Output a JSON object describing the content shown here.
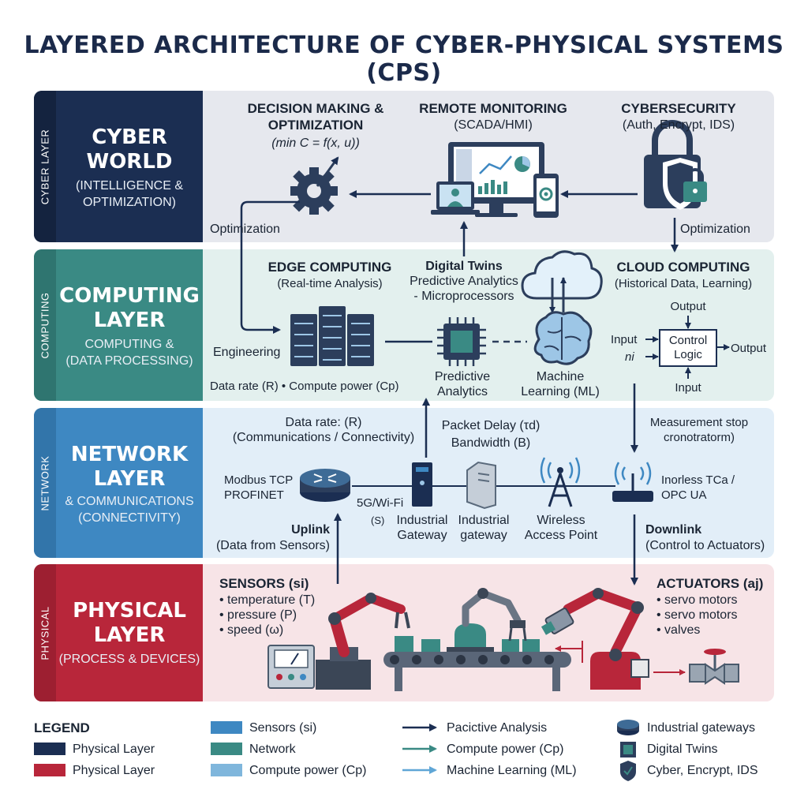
{
  "title": "LAYERED ARCHITECTURE OF CYBER-PHYSICAL SYSTEMS (CPS)",
  "colors": {
    "cyber": "#1b2e52",
    "computing": "#3a8a84",
    "network": "#3e88c2",
    "physical": "#b8263a",
    "cyber_bg": "#e6e8ee",
    "computing_bg": "#e3f0ee",
    "network_bg": "#e2eef8",
    "physical_bg": "#f7e4e7"
  },
  "layers": {
    "cyber": {
      "tab": "CYBER LAYER",
      "name": [
        "CYBER",
        "WORLD"
      ],
      "sub": [
        "(INTELLIGENCE &",
        "OPTIMIZATION)"
      ]
    },
    "computing": {
      "tab": "COMPUTING",
      "name": [
        "COMPUTING",
        "LAYER"
      ],
      "sub": [
        "COMPUTING &",
        "(DATA PROCESSING)"
      ]
    },
    "network": {
      "tab": "NETWORK",
      "name": [
        "NETWORK",
        "LAYER"
      ],
      "sub": [
        "& COMMUNICATIONS",
        "(CONNECTIVITY)"
      ]
    },
    "physical": {
      "tab": "PHYSICAL",
      "name": [
        "PHYSICAL",
        "LAYER"
      ],
      "sub": [
        "(PROCESS & DEVICES)"
      ]
    }
  },
  "cyber_content": {
    "decision_title": [
      "DECISION MAKING &",
      "OPTIMIZATION"
    ],
    "decision_formula": "(min C = f(x, u))",
    "monitoring_title": "REMOTE MONITORING",
    "monitoring_sub": "(SCADA/HMI)",
    "security_title": "CYBERSECURITY",
    "security_sub": "(Auth, Encrypt, IDS)",
    "optimization_left": "Optimization",
    "optimization_right": "Optimization"
  },
  "computing_content": {
    "edge_title": "EDGE COMPUTING",
    "edge_sub": "(Real-time Analysis)",
    "twins_title": "Digital Twins",
    "twins_lines": [
      "Predictive Analytics",
      "- Microprocessors"
    ],
    "cloud_title": "CLOUD COMPUTING",
    "cloud_sub": "(Historical Data, Learning)",
    "engineering": "Engineering",
    "rates": "Data rate (R)  •  Compute power (Cp)",
    "predictive": [
      "Predictive",
      "Analytics"
    ],
    "ml": [
      "Machine",
      "Learning (ML)"
    ],
    "ctrl_output_top": "Output",
    "ctrl_input": "Input",
    "ctrl_ni": "ni",
    "ctrl_box": [
      "Control",
      "Logic"
    ],
    "ctrl_output_right": "Output",
    "ctrl_input_bottom": "Input"
  },
  "network_content": {
    "data_rate": [
      "Data rate: (R)",
      "(Communications / Connectivity)"
    ],
    "packet": [
      "Packet Delay (τd)",
      "Bandwidth (B)"
    ],
    "measurement": [
      "Measurement stop",
      "cronotratorm)"
    ],
    "modbus": [
      "Modbus TCP",
      "PROFINET"
    ],
    "fiveg": "5G/Wi-Fi",
    "s": "(S)",
    "gateway1": [
      "Industrial",
      "Gateway"
    ],
    "gateway2": [
      "Industrial",
      "gateway"
    ],
    "wireless": [
      "Wireless",
      "Access Point"
    ],
    "tca": [
      "Inorless TCa /",
      "OPC UA"
    ],
    "uplink_title": "Uplink",
    "uplink_sub": "(Data from Sensors)",
    "downlink_title": "Downlink",
    "downlink_sub": "(Control to Actuators)"
  },
  "physical_content": {
    "sensors_title": "SENSORS (si)",
    "sensors": [
      "• temperature (T)",
      "• pressure (P)",
      "• speed (ω)"
    ],
    "actuators_title": "ACTUATORS (aj)",
    "actuators": [
      "• servo motors",
      "• servo motors",
      "• valves"
    ]
  },
  "legend": {
    "title": "LEGEND",
    "col1": [
      {
        "label": "Physical Layer",
        "color": "#1b2e52"
      },
      {
        "label": "Physical Layer",
        "color": "#b8263a"
      }
    ],
    "col2": [
      {
        "label": "Sensors (si)",
        "color": "#3e88c2"
      },
      {
        "label": "Network",
        "color": "#3a8a84"
      },
      {
        "label": "Compute power (Cp)",
        "color": "#7fb6dc"
      }
    ],
    "col3": [
      {
        "label": "Pacictive Analysis",
        "color": "#1b2e52"
      },
      {
        "label": "Compute power (Cp)",
        "color": "#3a8a84"
      },
      {
        "label": "Machine Learning (ML)",
        "color": "#5fa6d6"
      }
    ],
    "col4": [
      {
        "label": "Industrial gateways",
        "icon": "router-icon"
      },
      {
        "label": "Digital Twins",
        "icon": "chip-icon"
      },
      {
        "label": "Cyber, Encrypt, IDS",
        "icon": "shield-icon"
      }
    ]
  }
}
